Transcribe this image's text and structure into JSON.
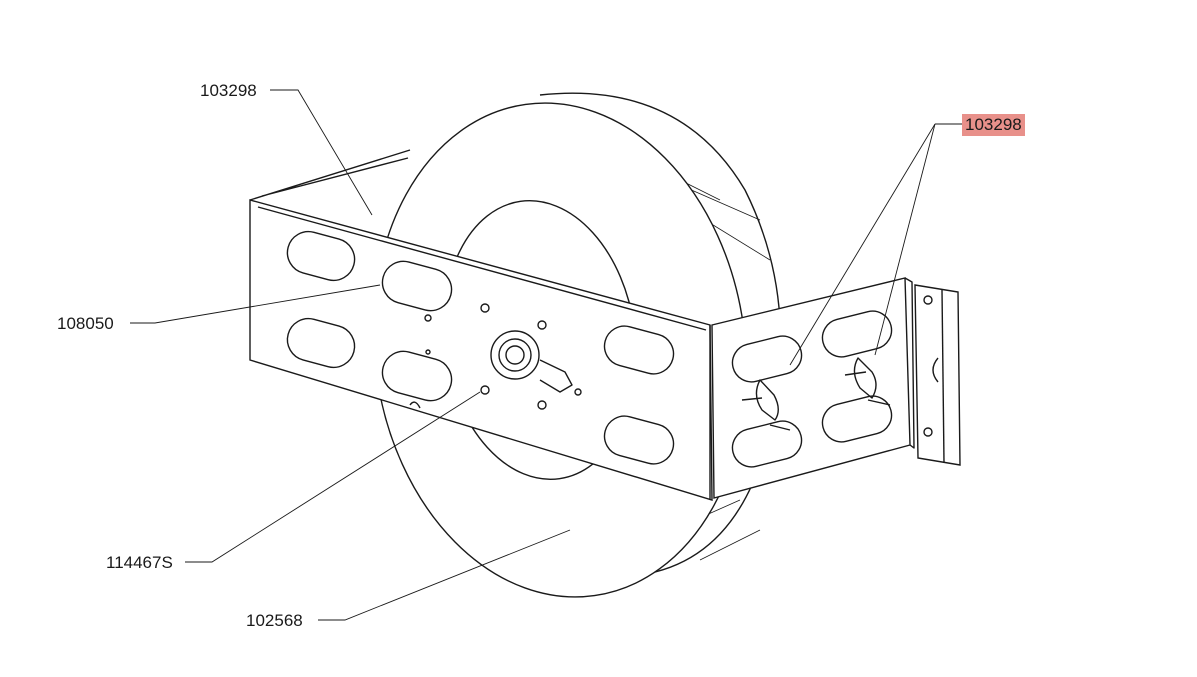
{
  "callouts": [
    {
      "id": "c1",
      "text": "103298",
      "highlight": false
    },
    {
      "id": "c2",
      "text": "103298",
      "highlight": true
    },
    {
      "id": "c3",
      "text": "108050",
      "highlight": false
    },
    {
      "id": "c4",
      "text": "114467S",
      "highlight": false
    },
    {
      "id": "c5",
      "text": "102568",
      "highlight": false
    }
  ],
  "colors": {
    "line": "#1a1a1a",
    "highlight": "#e8908a",
    "background": "#ffffff"
  }
}
